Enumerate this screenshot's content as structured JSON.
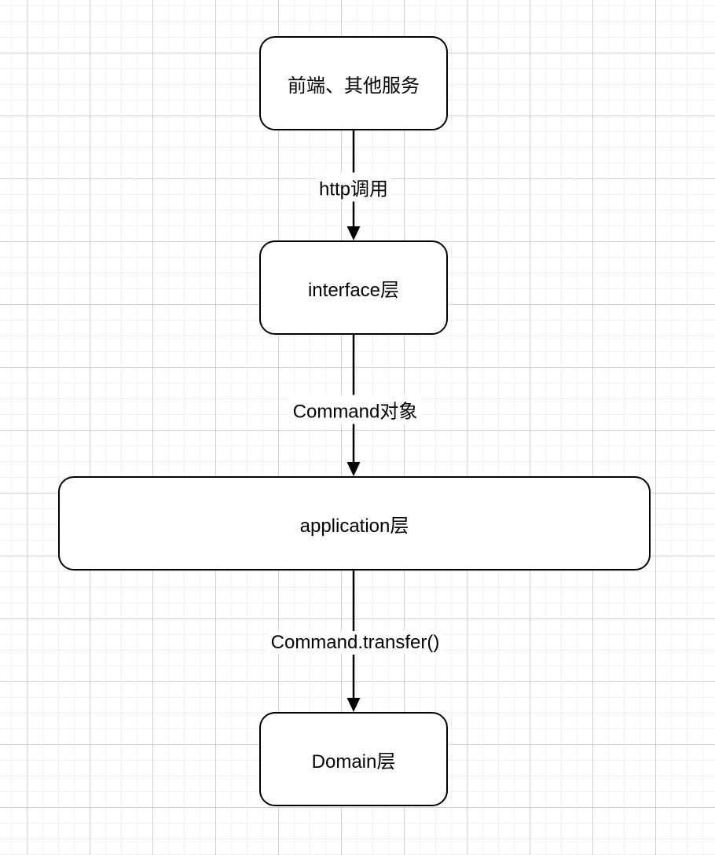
{
  "diagram": {
    "title": "layered-architecture-flow",
    "nodes": [
      {
        "id": "frontend",
        "label": "前端、其他服务"
      },
      {
        "id": "interface",
        "label": "interface层"
      },
      {
        "id": "application",
        "label": "application层"
      },
      {
        "id": "domain",
        "label": "Domain层"
      }
    ],
    "edges": [
      {
        "from": "frontend",
        "to": "interface",
        "label": "http调用"
      },
      {
        "from": "interface",
        "to": "application",
        "label": "Command对象"
      },
      {
        "from": "application",
        "to": "domain",
        "label": "Command.transfer()"
      }
    ],
    "colors": {
      "background": "#ffffff",
      "node_fill": "#ffffff",
      "node_border": "#000000",
      "arrow": "#000000",
      "text": "#000000",
      "grid_minor": "#f1f1f1",
      "grid_major": "#d2d2d2"
    }
  }
}
